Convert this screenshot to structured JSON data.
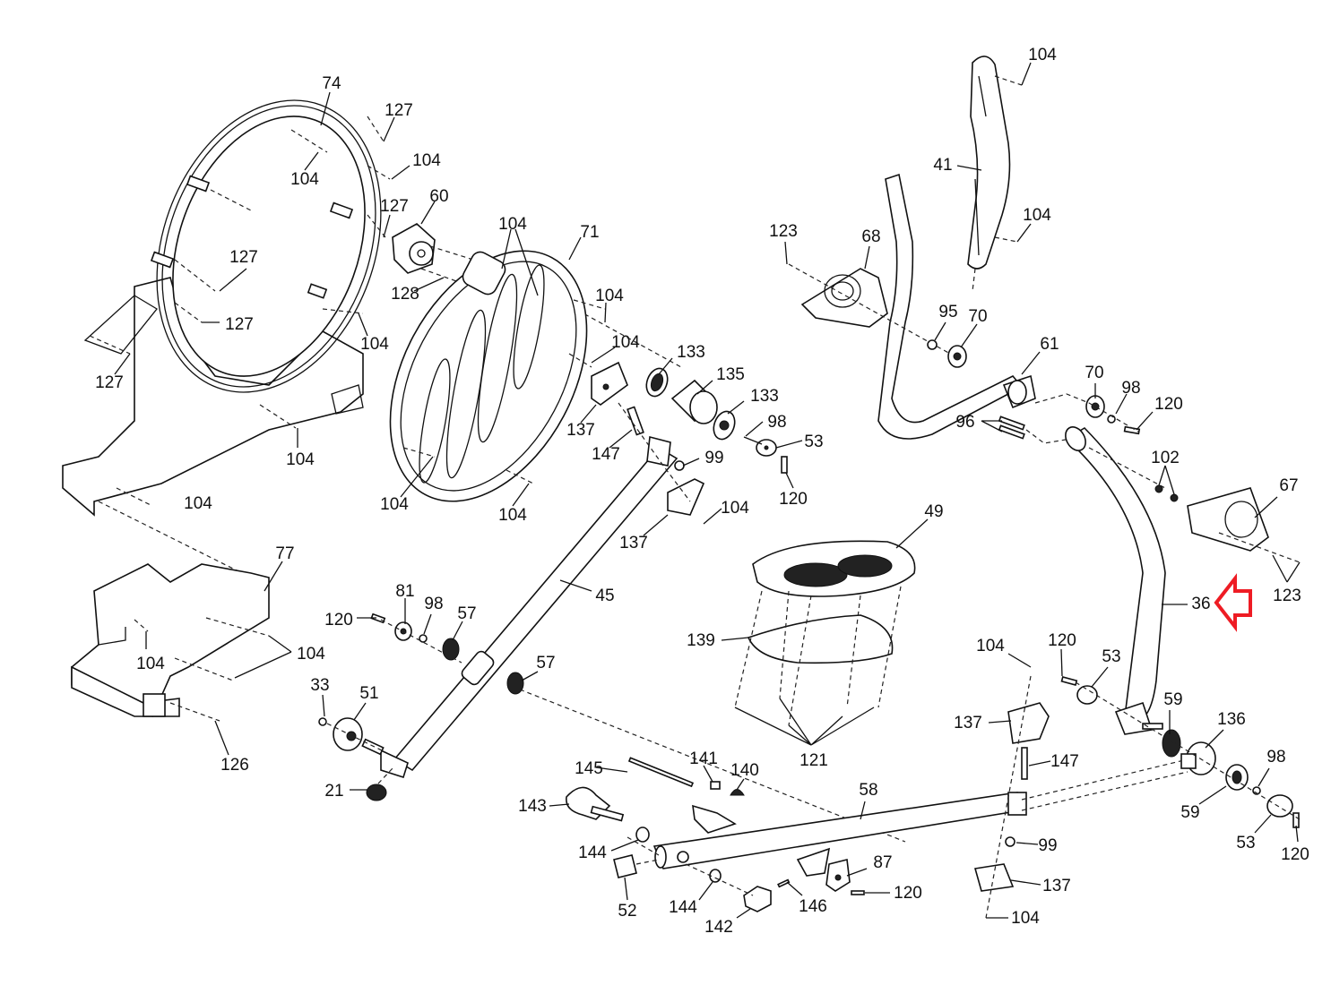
{
  "diagram": {
    "title": "Elliptical exploded parts diagram",
    "highlight": {
      "part": "36",
      "color": "#ee1c24",
      "indicator": "arrow-left-icon"
    },
    "callouts": [
      {
        "id": "c74",
        "text": "74"
      },
      {
        "id": "c127a",
        "text": "127"
      },
      {
        "id": "c104a",
        "text": "104"
      },
      {
        "id": "c104b",
        "text": "104"
      },
      {
        "id": "c60",
        "text": "60"
      },
      {
        "id": "c127b",
        "text": "127"
      },
      {
        "id": "c127c",
        "text": "127"
      },
      {
        "id": "c128",
        "text": "128"
      },
      {
        "id": "c127d",
        "text": "127"
      },
      {
        "id": "c104c",
        "text": "104"
      },
      {
        "id": "c127e",
        "text": "127"
      },
      {
        "id": "c104d",
        "text": "104"
      },
      {
        "id": "c104e",
        "text": "104"
      },
      {
        "id": "c104f",
        "text": "104"
      },
      {
        "id": "c71",
        "text": "71"
      },
      {
        "id": "c104g",
        "text": "104"
      },
      {
        "id": "c104h",
        "text": "104"
      },
      {
        "id": "c104i",
        "text": "104"
      },
      {
        "id": "c104j",
        "text": "104"
      },
      {
        "id": "c133a",
        "text": "133"
      },
      {
        "id": "c135",
        "text": "135"
      },
      {
        "id": "c133b",
        "text": "133"
      },
      {
        "id": "c98a",
        "text": "98"
      },
      {
        "id": "c53a",
        "text": "53"
      },
      {
        "id": "c137a",
        "text": "137"
      },
      {
        "id": "c147a",
        "text": "147"
      },
      {
        "id": "c99a",
        "text": "99"
      },
      {
        "id": "c120a",
        "text": "120"
      },
      {
        "id": "c104k",
        "text": "104"
      },
      {
        "id": "c137b",
        "text": "137"
      },
      {
        "id": "c45",
        "text": "45"
      },
      {
        "id": "c77",
        "text": "77"
      },
      {
        "id": "c104l",
        "text": "104"
      },
      {
        "id": "c104m",
        "text": "104"
      },
      {
        "id": "c126",
        "text": "126"
      },
      {
        "id": "c120b",
        "text": "120"
      },
      {
        "id": "c81",
        "text": "81"
      },
      {
        "id": "c98b",
        "text": "98"
      },
      {
        "id": "c57a",
        "text": "57"
      },
      {
        "id": "c57b",
        "text": "57"
      },
      {
        "id": "c33",
        "text": "33"
      },
      {
        "id": "c51",
        "text": "51"
      },
      {
        "id": "c21",
        "text": "21"
      },
      {
        "id": "c104n",
        "text": "104"
      },
      {
        "id": "c41",
        "text": "41"
      },
      {
        "id": "c104o",
        "text": "104"
      },
      {
        "id": "c123a",
        "text": "123"
      },
      {
        "id": "c68",
        "text": "68"
      },
      {
        "id": "c95",
        "text": "95"
      },
      {
        "id": "c70a",
        "text": "70"
      },
      {
        "id": "c61",
        "text": "61"
      },
      {
        "id": "c70b",
        "text": "70"
      },
      {
        "id": "c98c",
        "text": "98"
      },
      {
        "id": "c120c",
        "text": "120"
      },
      {
        "id": "c96",
        "text": "96"
      },
      {
        "id": "c102",
        "text": "102"
      },
      {
        "id": "c67",
        "text": "67"
      },
      {
        "id": "c123b",
        "text": "123"
      },
      {
        "id": "c36",
        "text": "36"
      },
      {
        "id": "c49",
        "text": "49"
      },
      {
        "id": "c139",
        "text": "139"
      },
      {
        "id": "c121",
        "text": "121"
      },
      {
        "id": "c104p",
        "text": "104"
      },
      {
        "id": "c120d",
        "text": "120"
      },
      {
        "id": "c53b",
        "text": "53"
      },
      {
        "id": "c59a",
        "text": "59"
      },
      {
        "id": "c136",
        "text": "136"
      },
      {
        "id": "c137c",
        "text": "137"
      },
      {
        "id": "c147b",
        "text": "147"
      },
      {
        "id": "c98d",
        "text": "98"
      },
      {
        "id": "c59b",
        "text": "59"
      },
      {
        "id": "c53c",
        "text": "53"
      },
      {
        "id": "c120e",
        "text": "120"
      },
      {
        "id": "c99b",
        "text": "99"
      },
      {
        "id": "c137d",
        "text": "137"
      },
      {
        "id": "c104q",
        "text": "104"
      },
      {
        "id": "c58",
        "text": "58"
      },
      {
        "id": "c145",
        "text": "145"
      },
      {
        "id": "c141",
        "text": "141"
      },
      {
        "id": "c140",
        "text": "140"
      },
      {
        "id": "c143",
        "text": "143"
      },
      {
        "id": "c144a",
        "text": "144"
      },
      {
        "id": "c52",
        "text": "52"
      },
      {
        "id": "c144b",
        "text": "144"
      },
      {
        "id": "c142",
        "text": "142"
      },
      {
        "id": "c146",
        "text": "146"
      },
      {
        "id": "c87",
        "text": "87"
      },
      {
        "id": "c120f",
        "text": "120"
      }
    ]
  }
}
